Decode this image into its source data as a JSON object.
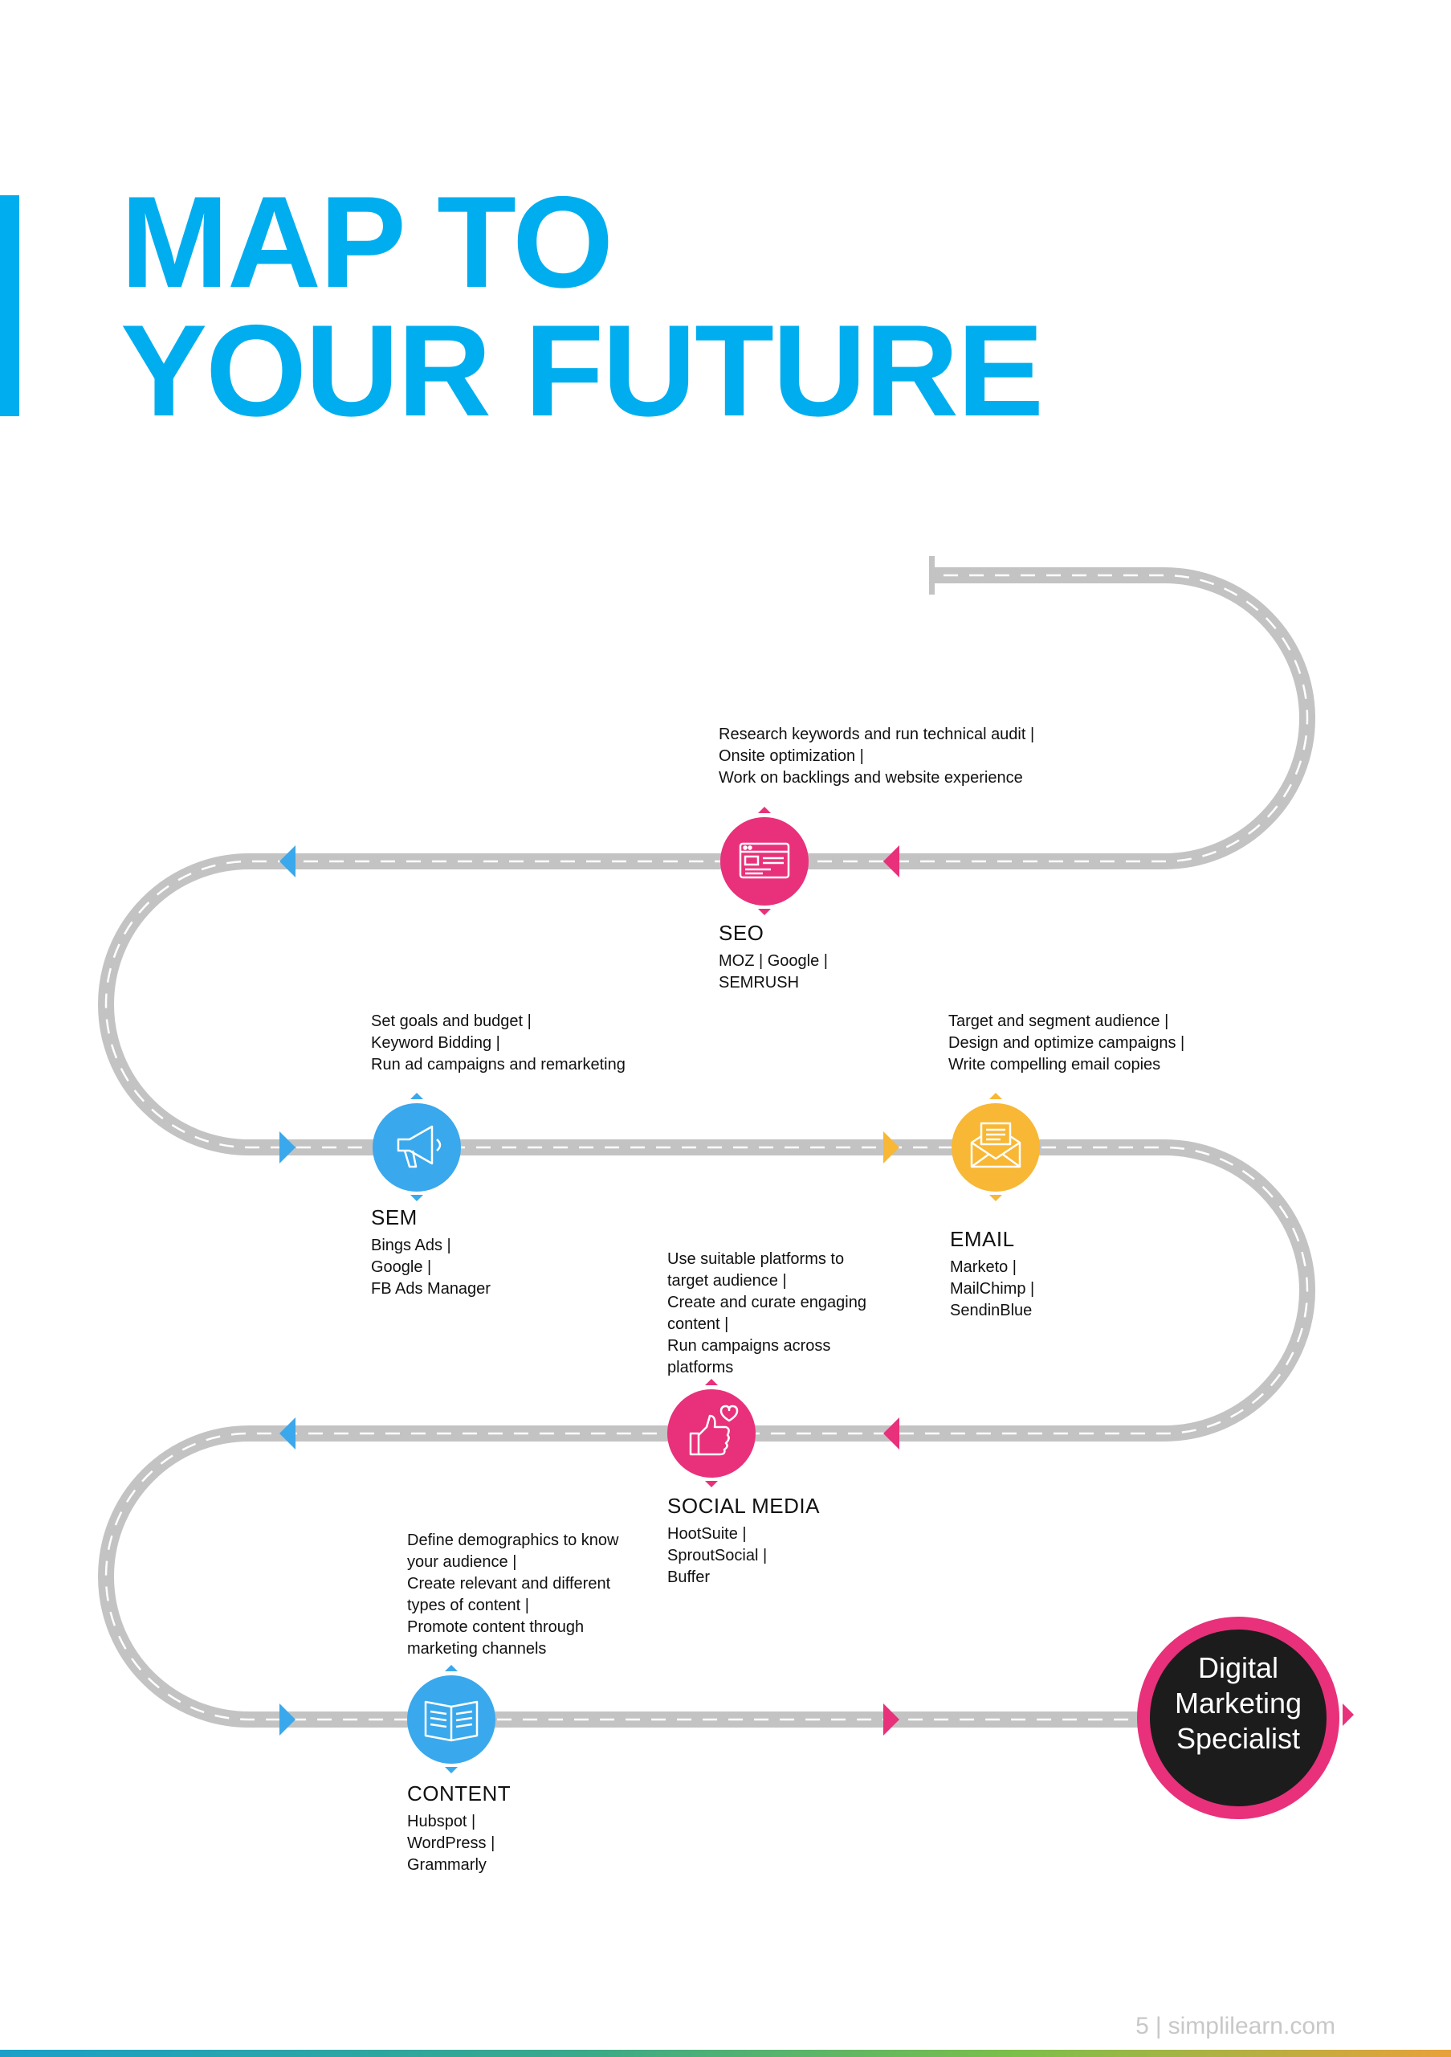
{
  "header": {
    "title_line1": "MAP TO",
    "title_line2": "YOUR FUTURE",
    "accent_color": "#00aeef"
  },
  "colors": {
    "road": "#c3c3c3",
    "road_dash": "#ffffff",
    "pink": "#e8317a",
    "blue": "#3aa8ec",
    "yellow": "#f8b735",
    "dark": "#1c1c1c"
  },
  "stages": [
    {
      "id": "seo",
      "name": "SEO",
      "icon": "browser-window-icon",
      "color": "#e8317a",
      "description": [
        "Research keywords and run technical audit |",
        "Onsite optimization |",
        "Work on backlings and website experience"
      ],
      "tools": [
        "MOZ | Google |",
        "SEMRUSH"
      ]
    },
    {
      "id": "sem",
      "name": "SEM",
      "icon": "megaphone-icon",
      "color": "#3aa8ec",
      "description": [
        "Set goals and budget |",
        "Keyword Bidding |",
        "Run ad campaigns and remarketing"
      ],
      "tools": [
        "Bings Ads |",
        "Google |",
        "FB Ads Manager"
      ]
    },
    {
      "id": "email",
      "name": "EMAIL",
      "icon": "envelope-icon",
      "color": "#f8b735",
      "description": [
        "Target and segment audience |",
        "Design and optimize campaigns |",
        "Write compelling email copies"
      ],
      "tools": [
        "Marketo |",
        "MailChimp |",
        "SendinBlue"
      ]
    },
    {
      "id": "social-media",
      "name": "SOCIAL MEDIA",
      "icon": "thumbs-up-heart-icon",
      "color": "#e8317a",
      "description": [
        "Use suitable platforms to",
        "target audience |",
        "Create and curate engaging",
        "content |",
        "Run campaigns across",
        "platforms"
      ],
      "tools": [
        "HootSuite |",
        "SproutSocial |",
        "Buffer"
      ]
    },
    {
      "id": "content",
      "name": "CONTENT",
      "icon": "open-book-icon",
      "color": "#3aa8ec",
      "description": [
        "Define demographics to know",
        "your audience |",
        "Create relevant and different",
        "types of content |",
        "Promote content through",
        "marketing channels"
      ],
      "tools": [
        "Hubspot |",
        "WordPress |",
        "Grammarly"
      ]
    }
  ],
  "destination": {
    "lines": [
      "Digital",
      "Marketing",
      "Specialist"
    ],
    "ring_color": "#e8317a",
    "fill_color": "#1c1c1c"
  },
  "footer": {
    "page_number": "5",
    "separator": "|",
    "site": "simplilearn.com"
  }
}
